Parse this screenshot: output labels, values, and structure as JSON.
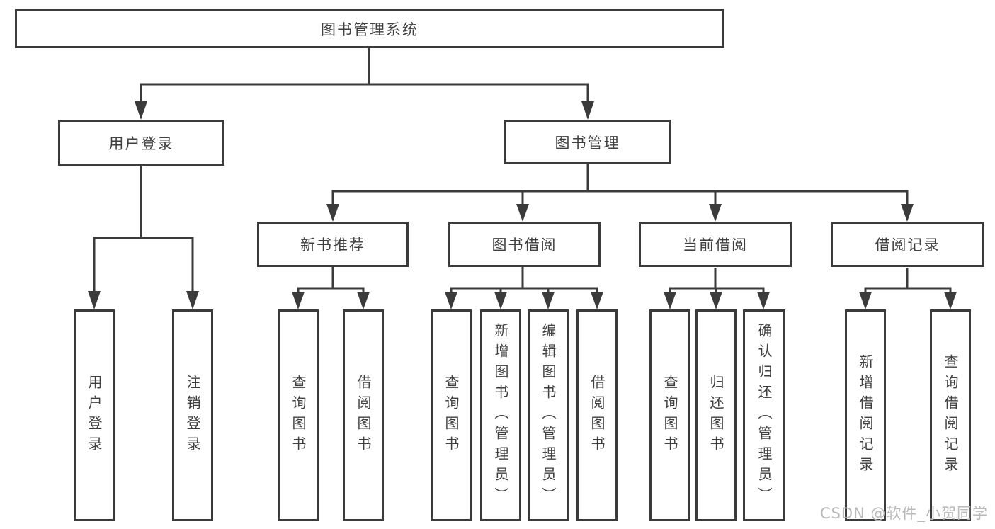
{
  "tree": {
    "root": {
      "label": "图书管理系统"
    },
    "user_login": {
      "label": "用户登录",
      "leaves": [
        "用户登录",
        "注销登录"
      ]
    },
    "book_mgmt": {
      "label": "图书管理",
      "sections": {
        "new_books": {
          "label": "新书推荐",
          "leaves": [
            "查询图书",
            "借阅图书"
          ]
        },
        "book_borrow": {
          "label": "图书借阅",
          "leaves": [
            "查询图书",
            "新增图书（管理员）",
            "编辑图书（管理员）",
            "借阅图书"
          ]
        },
        "current_borrow": {
          "label": "当前借阅",
          "leaves": [
            "查询图书",
            "归还图书",
            "确认归还（管理员）"
          ]
        },
        "borrow_records": {
          "label": "借阅记录",
          "leaves": [
            "新增借阅记录",
            "查询借阅记录"
          ]
        }
      }
    }
  },
  "watermark": {
    "text": "CSDN @软件_小贺同学"
  },
  "colors": {
    "line": "#3b3b3b",
    "text": "#3f3f3f",
    "box_fill": "#ffffff",
    "watermark": "#b9b9b9",
    "background": "#ffffff"
  }
}
